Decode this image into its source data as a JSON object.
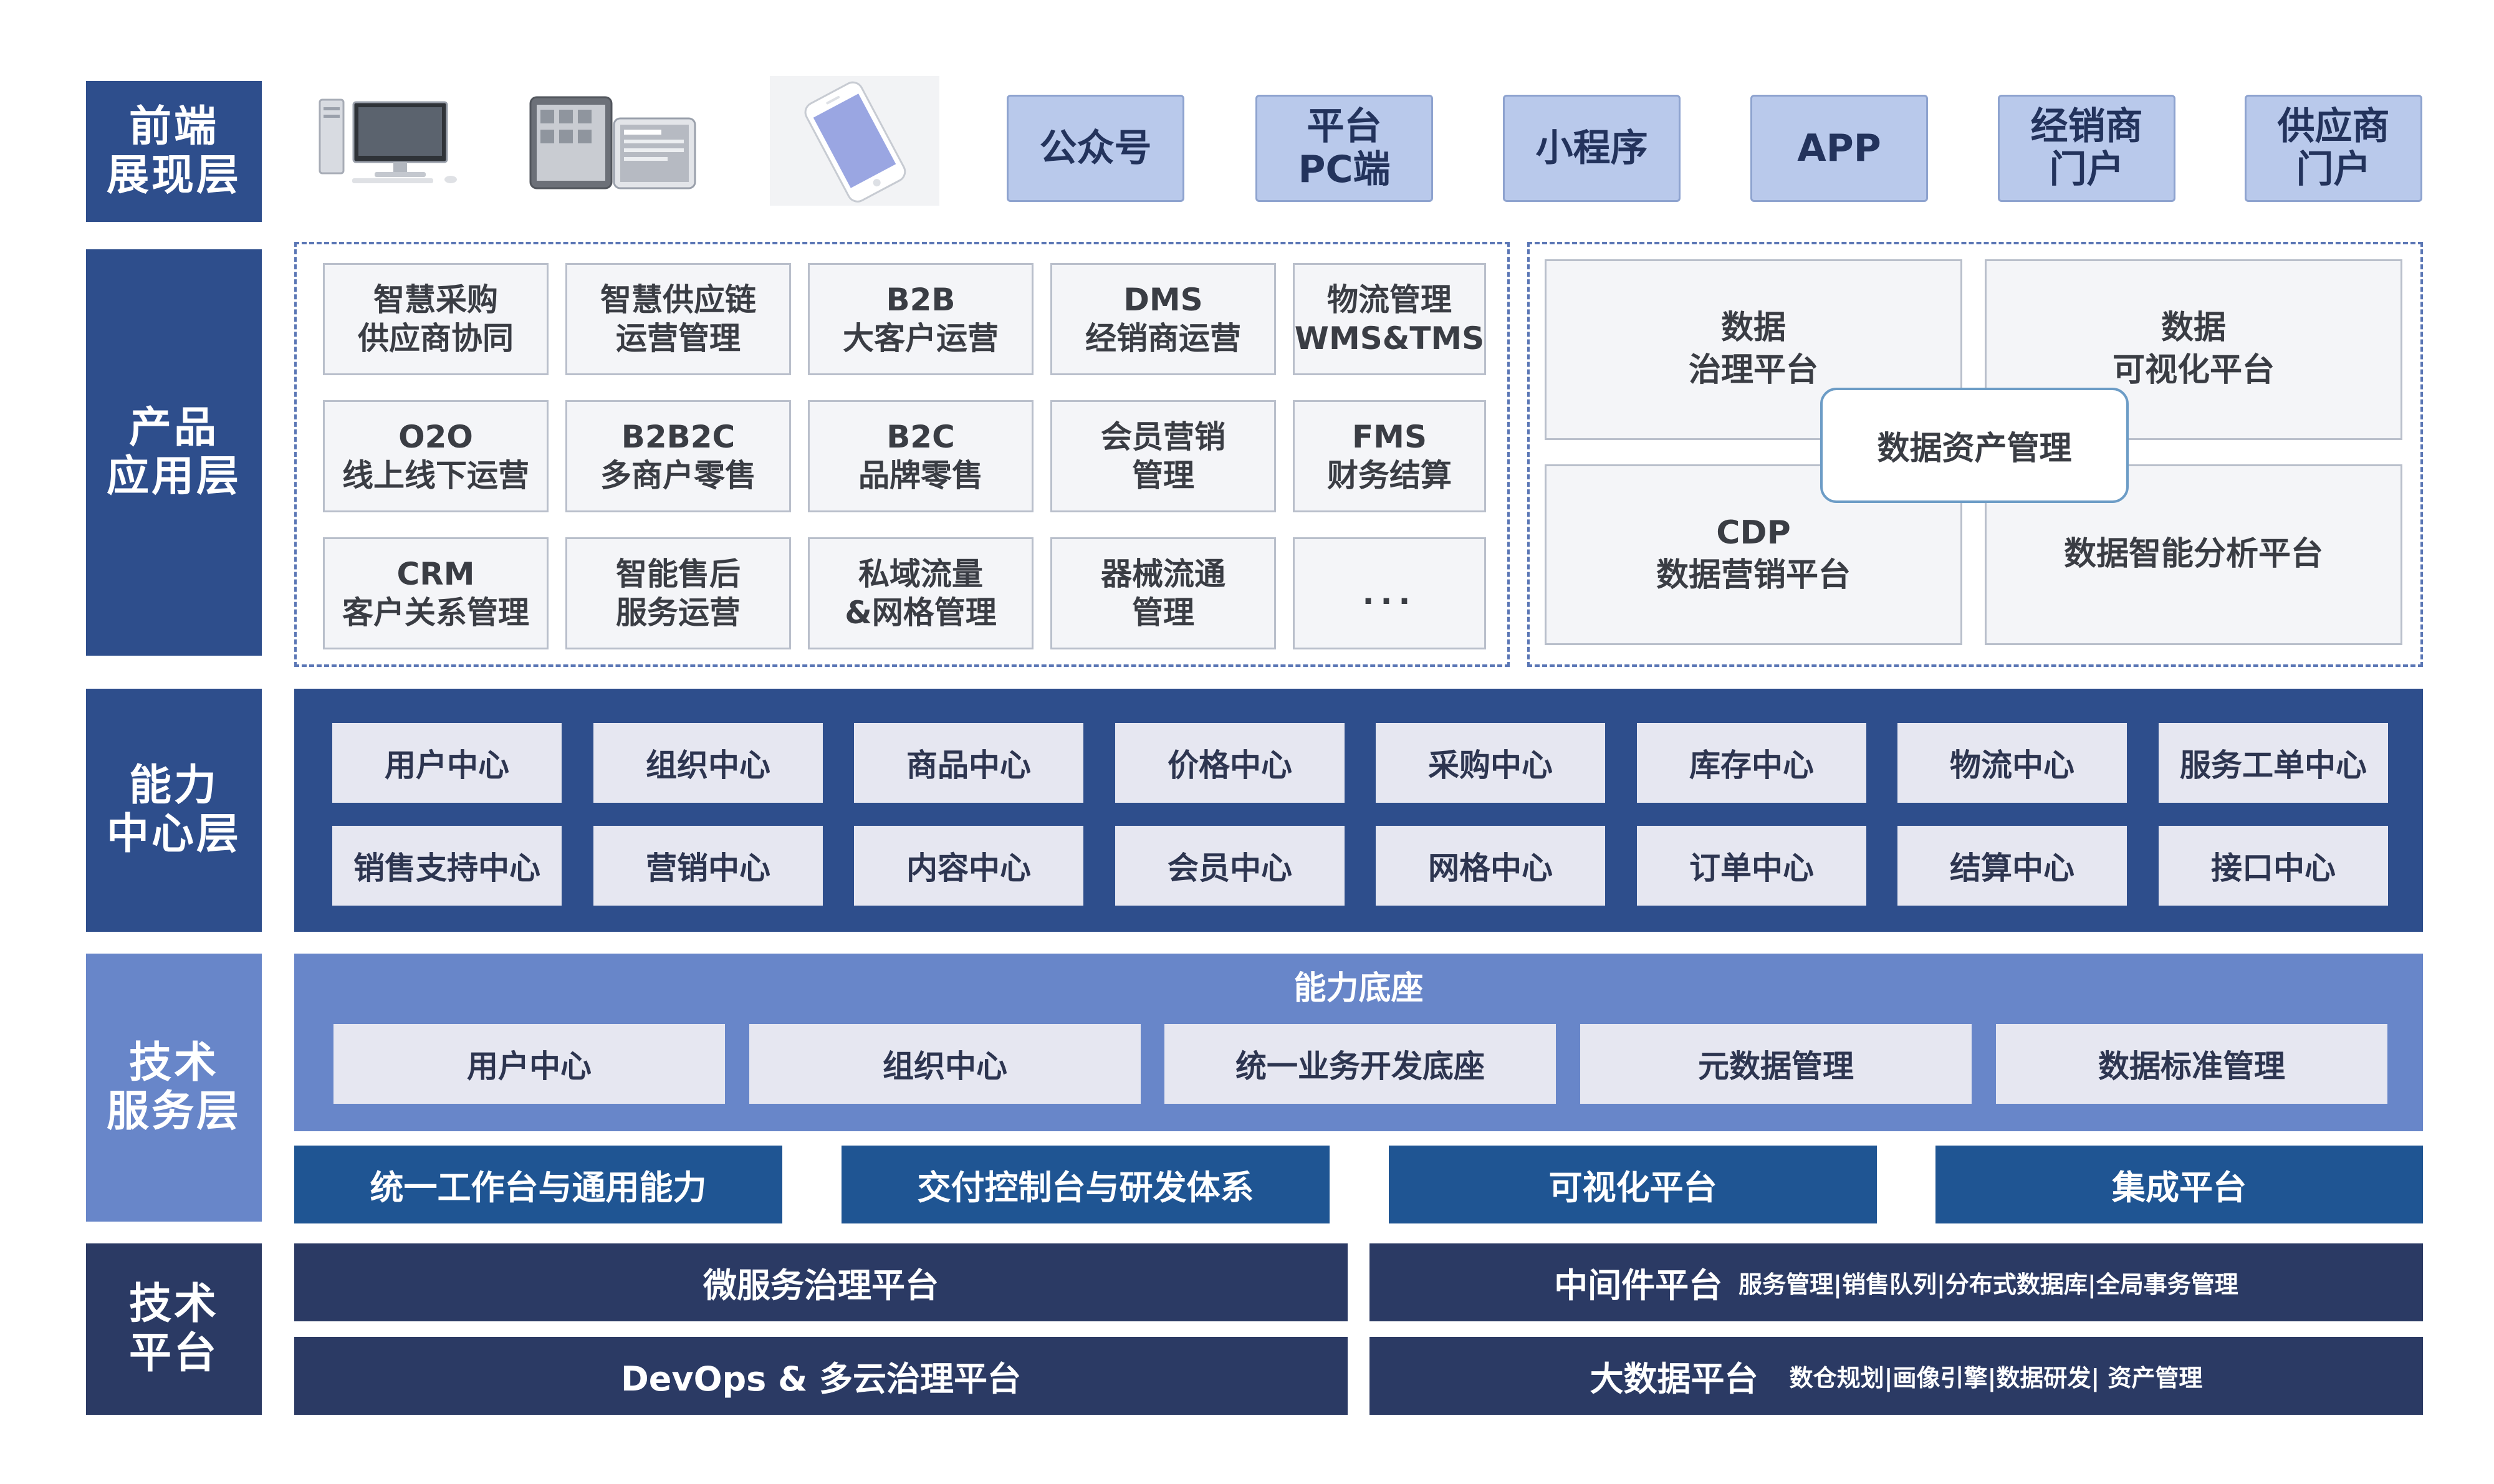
{
  "layers": {
    "frontend": "前端\n展现层",
    "product": "产品\n应用层",
    "capability": "能力\n中心层",
    "tech_service": "技术\n服务层",
    "tech_platform": "技术\n平台"
  },
  "frontend": {
    "channels": [
      "公众号",
      "平台\nPC端",
      "小程序",
      "APP",
      "经销商\n门户",
      "供应商\n门户"
    ]
  },
  "product_apps": [
    [
      "智慧采购\n供应商协同",
      "智慧供应链\n运营管理",
      "B2B\n大客户运营",
      "DMS\n经销商运营",
      "物流管理\nWMS&TMS"
    ],
    [
      "O2O\n线上线下运营",
      "B2B2C\n多商户零售",
      "B2C\n品牌零售",
      "会员营销\n管理",
      "FMS\n财务结算"
    ],
    [
      "CRM\n客户关系管理",
      "智能售后\n服务运营",
      "私域流量\n&网格管理",
      "器械流通\n管理",
      "..."
    ]
  ],
  "data_platform": {
    "top_left": "数据\n治理平台",
    "top_right": "数据\n可视化平台",
    "center": "数据资产管理",
    "bottom_left": "CDP\n数据营销平台",
    "bottom_right": "数据智能分析平台"
  },
  "capability_centers": [
    [
      "用户中心",
      "组织中心",
      "商品中心",
      "价格中心",
      "采购中心",
      "库存中心",
      "物流中心",
      "服务工单中心"
    ],
    [
      "销售支持中心",
      "营销中心",
      "内容中心",
      "会员中心",
      "网格中心",
      "订单中心",
      "结算中心",
      "接口中心"
    ]
  ],
  "tech_service": {
    "base_title": "能力底座",
    "base_items": [
      "用户中心",
      "组织中心",
      "统一业务开发底座",
      "元数据管理",
      "数据标准管理"
    ],
    "bars": [
      "统一工作台与通用能力",
      "交付控制台与研发体系",
      "可视化平台",
      "集成平台"
    ]
  },
  "tech_platform": {
    "microservice": "微服务治理平台",
    "middleware": "中间件平台",
    "middleware_sub": "服务管理|销售队列|分布式数据库|全局事务管理",
    "devops": "DevOps & 多云治理平台",
    "bigdata": "大数据平台",
    "bigdata_sub": "数仓规划|画像引擎|数据研发| 资产管理"
  },
  "colors": {
    "layer_dark_blue": "#2e4e8c",
    "layer_light_blue": "#6886c9",
    "layer_navy": "#2b3a64",
    "front_button": "#b9c9eb",
    "service_bar": "#1f5593"
  }
}
